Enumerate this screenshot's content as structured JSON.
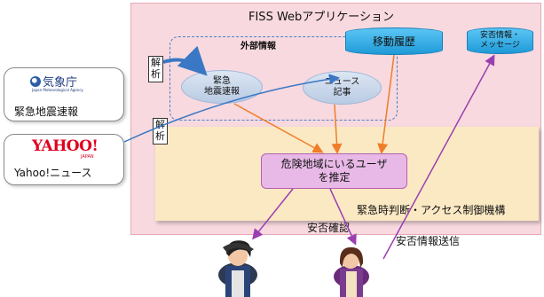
{
  "app_title": "FISS Webアプリケーション",
  "external_info": {
    "title": "外部情報",
    "quake": "緊急\n地震速報",
    "news": "ニュース\n記事"
  },
  "move_history": "移動履歴",
  "safety_message": "安否情報・\nメッセージ",
  "estimate": "危険地域にいるユーザ\nを推定",
  "engine_label": "緊急時判断・アクセス制御機構",
  "analyze_label": "解\n析",
  "sources": {
    "jma_name": "気象庁",
    "jma_sub": "Japan Meteorological Agency",
    "jma_caption": "緊急地震速報",
    "yahoo_logo": "YAHOO!",
    "yahoo_sub": "JAPAN",
    "yahoo_caption": "Yahoo!ニュース"
  },
  "safety_confirm": "安否確認",
  "safety_send": "安否情報送信",
  "colors": {
    "orange_arrow": "#f07d2a",
    "purple_arrow": "#9b3fb0",
    "blue_arrow": "#3a77c4"
  }
}
